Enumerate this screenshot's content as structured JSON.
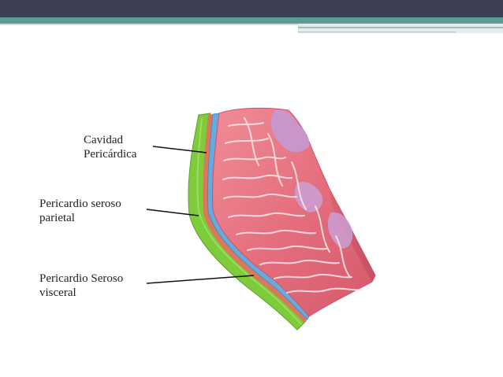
{
  "labels": {
    "cavidad": {
      "line1": "Cavidad",
      "line2": "Pericárdica"
    },
    "parietal": {
      "line1": "Pericardio seroso",
      "line2": "parietal"
    },
    "visceral": {
      "line1": "Pericardio Seroso",
      "line2": "visceral"
    }
  },
  "colors": {
    "header_dark": "#3c3f52",
    "header_teal": "#5a9a98",
    "fibrous_layer": "#7ecb3c",
    "parietal_layer": "#d9785a",
    "cavity_layer": "#6aa9dc",
    "myocardium": "#e8727f"
  }
}
